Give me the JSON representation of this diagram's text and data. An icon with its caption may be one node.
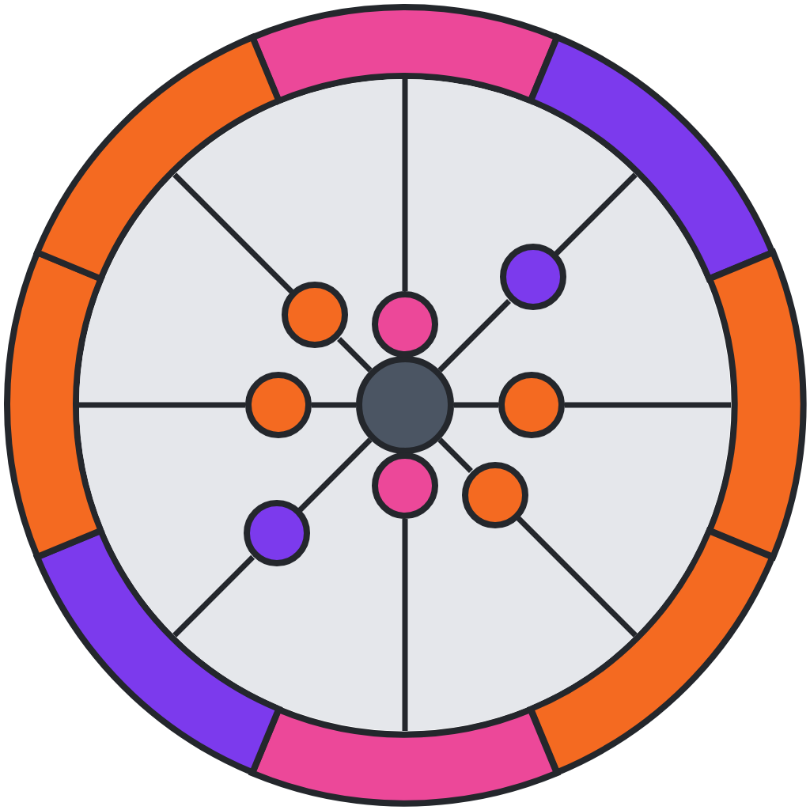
{
  "diagram": {
    "nodes": [
      {
        "text": [],
        "shape": "arc"
      },
      {
        "text": [],
        "shape": "arc"
      },
      {
        "text": [],
        "shape": "arc"
      },
      {
        "text": [],
        "shape": "arc"
      },
      {
        "text": [],
        "shape": "arc"
      },
      {
        "text": [],
        "shape": "arc"
      },
      {
        "text": [],
        "shape": "arc"
      },
      {
        "text": [],
        "shape": "arc"
      },
      {
        "text": [],
        "shape": "circle"
      },
      {
        "text": [],
        "shape": "circle",
        "in": 8
      },
      {
        "text": [],
        "shape": "circle",
        "in": 8
      },
      {
        "text": [],
        "shape": "circle",
        "in": 8
      },
      {
        "text": [],
        "shape": "circle",
        "in": 8
      },
      {
        "text": [],
        "shape": "circle",
        "in": 8
      },
      {
        "text": [],
        "shape": "circle",
        "in": 8
      },
      {
        "text": [],
        "shape": "circle",
        "in": 8
      },
      {
        "text": [],
        "shape": "circle",
        "in": 8
      },
      {
        "text": [],
        "shape": "circle",
        "in": 8
      }
    ],
    "edges": [
      {
        "from": 9,
        "to": 11,
        "arrow": "none"
      },
      {
        "from": 9,
        "to": 12,
        "arrow": "none"
      },
      {
        "from": 9,
        "to": 13,
        "arrow": "none"
      },
      {
        "from": 9,
        "to": 15,
        "arrow": "none"
      },
      {
        "from": 9,
        "to": 16,
        "arrow": "none"
      },
      {
        "from": 9,
        "to": 17,
        "arrow": "none"
      },
      {
        "from": 10,
        "to": 0,
        "arrow": "none"
      },
      {
        "from": 11,
        "to": 1,
        "arrow": "none"
      },
      {
        "from": 12,
        "to": 2,
        "arrow": "none"
      },
      {
        "from": 13,
        "to": 3,
        "arrow": "none"
      },
      {
        "from": 14,
        "to": 4,
        "arrow": "none"
      },
      {
        "from": 15,
        "to": 5,
        "arrow": "none"
      },
      {
        "from": 16,
        "to": 6,
        "arrow": "none"
      },
      {
        "from": 17,
        "to": 7,
        "arrow": "none"
      }
    ]
  }
}
